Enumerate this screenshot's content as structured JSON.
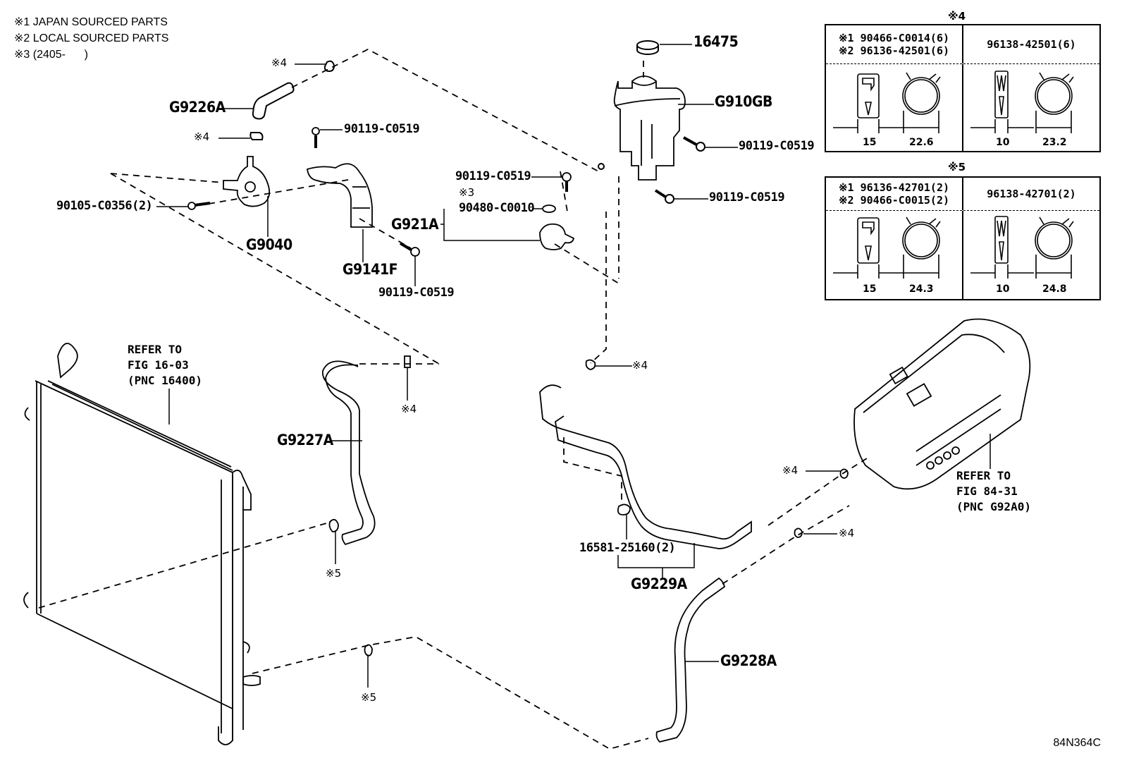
{
  "notes": [
    "※1 JAPAN SOURCED PARTS",
    "※2 LOCAL SOURCED PARTS",
    "※3 (2405-      )"
  ],
  "parts": {
    "cap": "16475",
    "reserve_tank": "G910GB",
    "tank_bolt_1": "90119-C0519",
    "tank_bolt_2": "90119-C0519",
    "hose_upper_small": "G9226A",
    "clamp_upper_1": "※4",
    "clamp_upper_2": "※4",
    "bracket_bolt_top": "90119-C0519",
    "pump_bolt": "90105-C0356(2)",
    "water_pump": "G9040",
    "pump_bracket": "G9141F",
    "pump_bracket_bolt": "90119-C0519",
    "bracket_g921a_bolt": "90119-C0519",
    "bracket_g921a_note": "※3",
    "bracket_g921a_clip": "90480-C0010",
    "bracket_g921a": "G921A",
    "radiator_ref": "REFER TO\nFIG 16-03\n(PNC 16400)",
    "hose_g9227a": "G9227A",
    "clamp_g9227a_top": "※4",
    "clamp_g9227a_bottom": "※5",
    "clamp_radiator_lower": "※5",
    "clamp_tank_lower": "※4",
    "hose_clip": "16581-25160(2)",
    "hose_g9229a": "G9229A",
    "hose_g9228a": "G9228A",
    "inverter_clamp_1": "※4",
    "inverter_clamp_2": "※4",
    "inverter_ref": "REFER TO\nFIG 84-31\n(PNC G92A0)"
  },
  "clamp_tables": [
    {
      "title": "※4",
      "left_lines": [
        "※1 90466-C0014(6)",
        "※2 96136-42501(6)"
      ],
      "right_lines": [
        "96138-42501(6)"
      ],
      "dims": [
        "15",
        "22.6",
        "10",
        "23.2"
      ]
    },
    {
      "title": "※5",
      "left_lines": [
        "※1 96136-42701(2)",
        "※2 90466-C0015(2)"
      ],
      "right_lines": [
        "96138-42701(2)"
      ],
      "dims": [
        "15",
        "24.3",
        "10",
        "24.8"
      ]
    }
  ],
  "catalog_code": "84N364C"
}
